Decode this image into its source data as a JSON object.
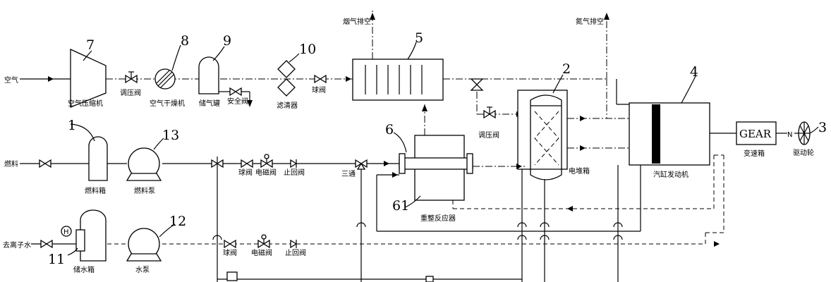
{
  "inputs": {
    "air": "空气",
    "fuel": "燃料",
    "deionized_water": "去离子水"
  },
  "components": {
    "compressor": "空气压缩机",
    "pressure_valve_1": "调压阀",
    "air_dryer": "空气干燥机",
    "air_tank": "储气罐",
    "safety_valve": "安全阀",
    "filter": "滤清器",
    "ball_valve_air": "球阀",
    "fuel_tank": "燃料箱",
    "fuel_pump": "燃料泵",
    "ball_valve_fuel": "球阀",
    "solenoid_valve_fuel": "电磁阀",
    "check_valve_fuel": "止回阀",
    "three_way": "三通",
    "reformer": "重整反应器",
    "pressure_valve_2": "调压阀",
    "stack_box": "电堆箱",
    "engine": "汽缸发动机",
    "gearbox": "变速箱",
    "gear_text": "GEAR",
    "drive_wheel": "驱动轮",
    "water_tank": "储水箱",
    "water_pump": "水泵",
    "ball_valve_water": "球阀",
    "solenoid_valve_water": "电磁阀",
    "check_valve_water": "止回阀",
    "h_symbol": "H",
    "n_symbol": "N"
  },
  "exhausts": {
    "flue_gas": "烟气排空",
    "nitrogen": "氮气排空"
  },
  "numbers": {
    "n1": "1",
    "n2": "2",
    "n3": "3",
    "n4": "4",
    "n5": "5",
    "n6": "6",
    "n61": "61",
    "n7": "7",
    "n8": "8",
    "n9": "9",
    "n10": "10",
    "n11": "11",
    "n12": "12",
    "n13": "13"
  }
}
